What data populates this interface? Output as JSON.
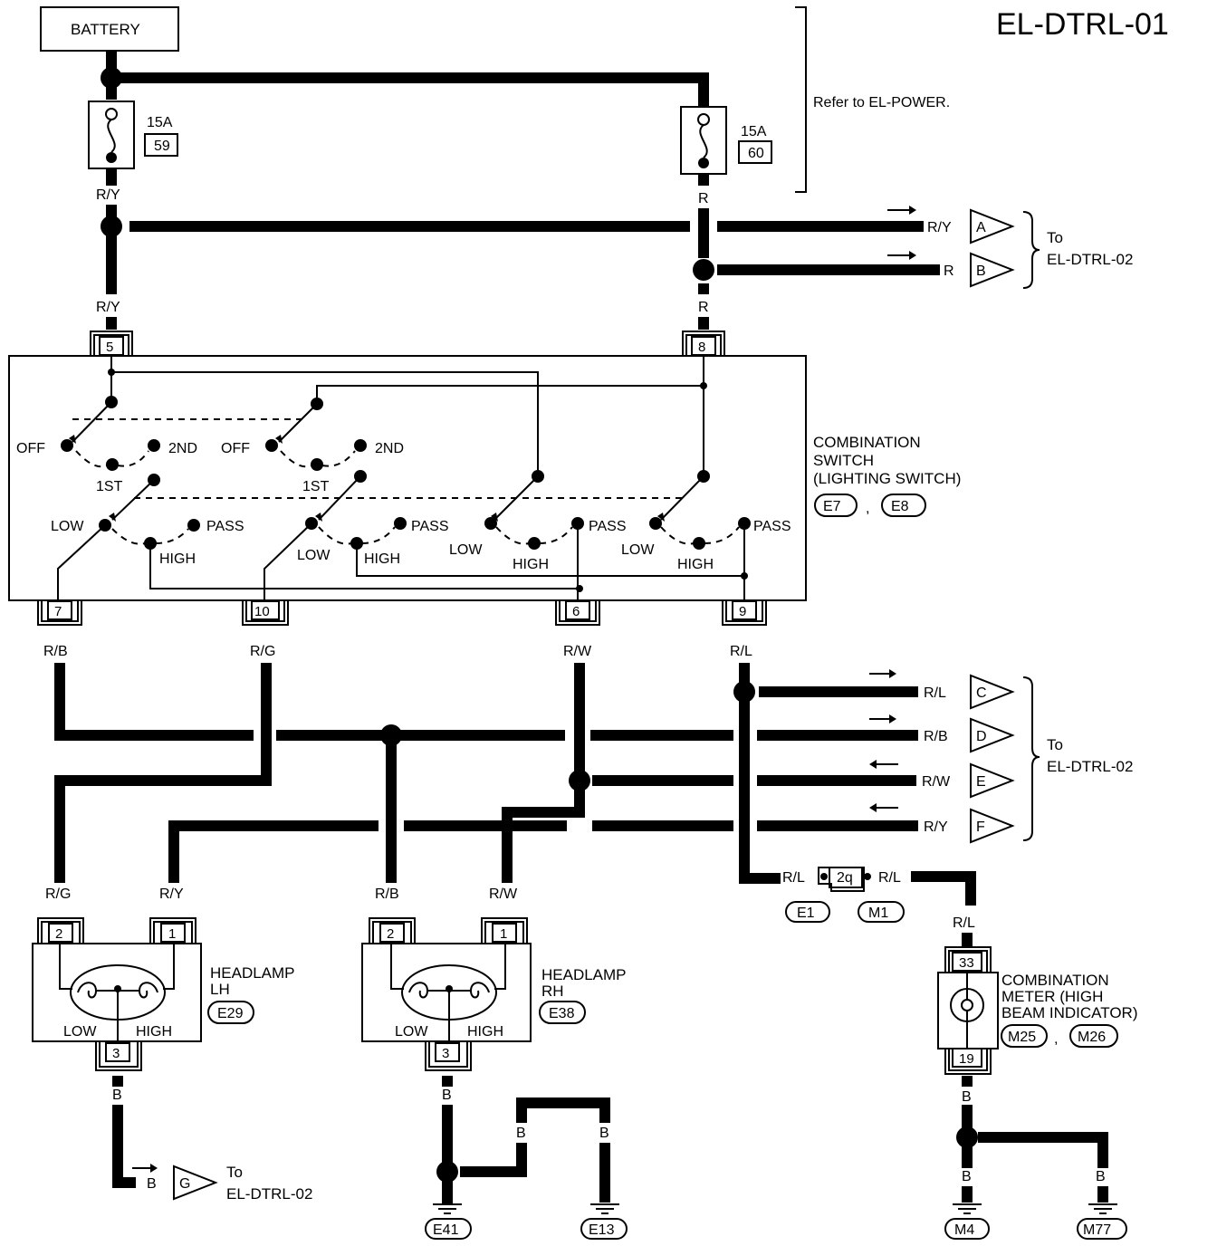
{
  "page_code": "EL-DTRL-01",
  "battery": "BATTERY",
  "refer_text": "Refer to EL-POWER.",
  "fuses": [
    {
      "amp": "15A",
      "number": "59"
    },
    {
      "amp": "15A",
      "number": "60"
    }
  ],
  "to_label": "To",
  "to_target": "EL-DTRL-02",
  "switch": {
    "title_lines": [
      "COMBINATION",
      "SWITCH",
      "(LIGHTING SWITCH)"
    ],
    "connectors": [
      "E7",
      "E8"
    ],
    "pins": [
      "5",
      "8",
      "7",
      "10",
      "6",
      "9"
    ],
    "positions": {
      "off": "OFF",
      "first": "1ST",
      "second": "2ND",
      "low": "LOW",
      "high": "HIGH",
      "pass": "PASS"
    }
  },
  "wire_colors": {
    "ry": "R/Y",
    "r": "R",
    "rb": "R/B",
    "rg": "R/G",
    "rw": "R/W",
    "rl": "R/L",
    "b": "B"
  },
  "arrow_connectors": [
    "A",
    "B",
    "C",
    "D",
    "E",
    "F",
    "G"
  ],
  "headlamp_lh": {
    "title_lines": [
      "HEADLAMP",
      "LH"
    ],
    "connector": "E29",
    "pins": [
      "2",
      "1",
      "3"
    ],
    "low": "LOW",
    "high": "HIGH"
  },
  "headlamp_rh": {
    "title_lines": [
      "HEADLAMP",
      "RH"
    ],
    "connector": "E38",
    "pins": [
      "2",
      "1",
      "3"
    ],
    "low": "LOW",
    "high": "HIGH"
  },
  "joint_connector": {
    "pin": "2q",
    "connectors": [
      "E1",
      "M1"
    ]
  },
  "meter": {
    "title_lines": [
      "COMBINATION",
      "METER (HIGH",
      "BEAM INDICATOR)"
    ],
    "connectors": [
      "M25",
      "M26"
    ],
    "pins": [
      "33",
      "19"
    ]
  },
  "grounds": [
    "E41",
    "E13",
    "M4",
    "M77"
  ]
}
